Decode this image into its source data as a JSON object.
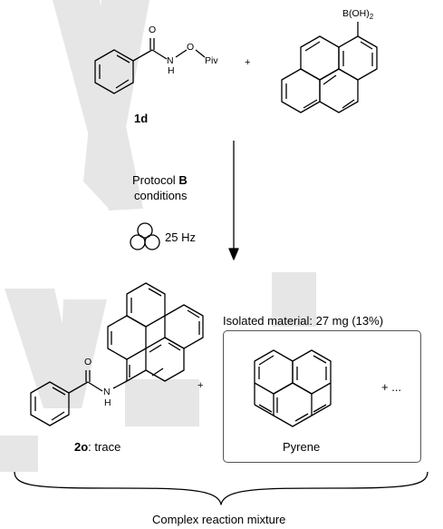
{
  "colors": {
    "ink": "#000000",
    "watermark": "#e6e6e6",
    "box_border": "#555555"
  },
  "reactant_1": {
    "label": "1d",
    "atoms": {
      "o_carbonyl": "O",
      "n": "N",
      "h": "H",
      "o_ester": "O",
      "piv": "Piv"
    }
  },
  "plus_1": "+",
  "reactant_2": {
    "boron_group": "B(OH)2_display",
    "boron_group_text": "B(OH)",
    "boron_sub": "2"
  },
  "conditions": {
    "line1": "Protocol ",
    "protocol_letter": "B",
    "line2": "conditions",
    "frequency": "25 Hz",
    "icon": "ball-mill-icon"
  },
  "product_2o": {
    "label_bold": "2o",
    "label_rest": ": trace",
    "atoms": {
      "o": "O",
      "n": "N",
      "h": "H"
    }
  },
  "plus_2": "+",
  "isolated": {
    "title": "Isolated material: 27 mg (13%)",
    "compound": "Pyrene",
    "more": "+ ..."
  },
  "mixture_label": "Complex reaction mixture"
}
